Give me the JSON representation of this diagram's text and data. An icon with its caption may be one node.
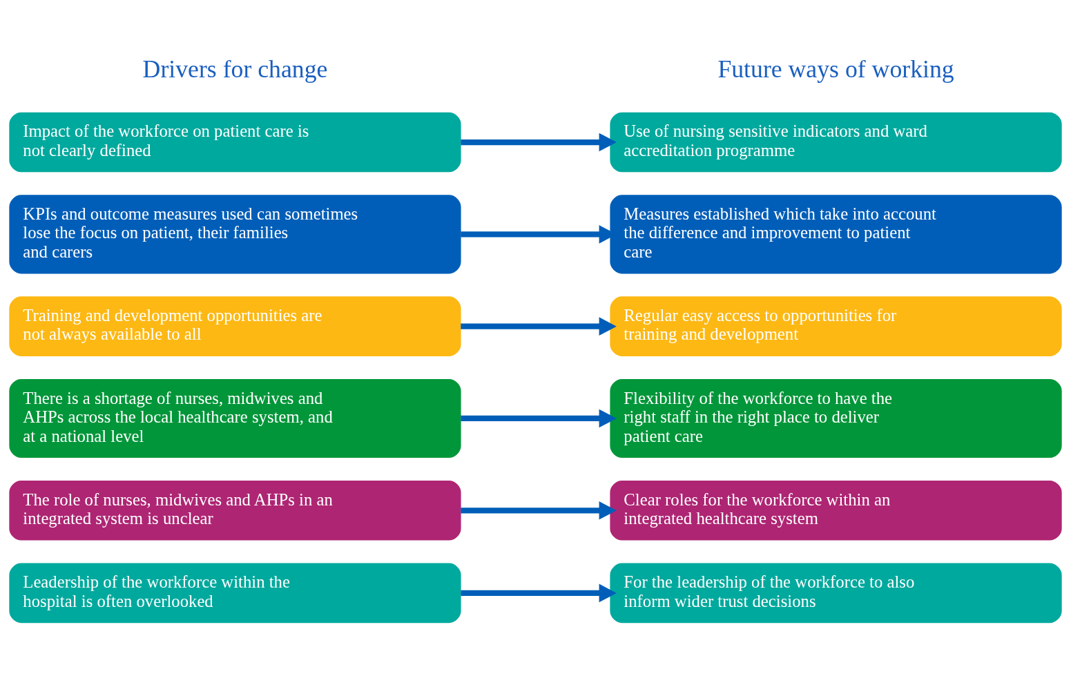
{
  "diagram": {
    "nodes": [
      {
        "text": [
          "Impact of the workforce on patient care is not clearly defined"
        ]
      },
      {
        "text": [
          "KPIs and outcome measures used can sometimes lose the focus on patient, their families and carers"
        ]
      },
      {
        "text": [
          "Training and development opportunities are not always available to all"
        ]
      },
      {
        "text": [
          "There is a shortage of nurses, midwives and AHPs across the local healthcare system, and at a national level"
        ]
      },
      {
        "text": [
          "The role of nurses, midwives and AHPs in an integrated system is unclear"
        ]
      },
      {
        "text": [
          "Leadership of the workforce within the hospital is often overlooked"
        ]
      },
      {
        "text": [
          "Use of nursing sensitive indicators and ward accreditation programme"
        ]
      },
      {
        "text": [
          "Measures established which take into account the difference and improvement to patient care"
        ]
      },
      {
        "text": [
          "Regular easy access to opportunities for training and development"
        ]
      },
      {
        "text": [
          "Flexibility of the workforce to have the right staff in the right place to deliver patient care"
        ]
      },
      {
        "text": [
          "Clear roles for the workforce within an integrated healthcare system"
        ]
      },
      {
        "text": [
          "For the leadership of the workforce to also inform wider trust decisions"
        ]
      }
    ],
    "edges": [
      {
        "from": 0,
        "to": 6,
        "arrow": "to"
      },
      {
        "from": 1,
        "to": 7,
        "arrow": "to"
      },
      {
        "from": 2,
        "to": 8,
        "arrow": "to"
      },
      {
        "from": 3,
        "to": 9,
        "arrow": "to"
      },
      {
        "from": 4,
        "to": 10,
        "arrow": "to"
      },
      {
        "from": 5,
        "to": 11,
        "arrow": "to"
      }
    ],
    "labels": [
      "Drivers for change",
      "Future ways of working"
    ]
  }
}
